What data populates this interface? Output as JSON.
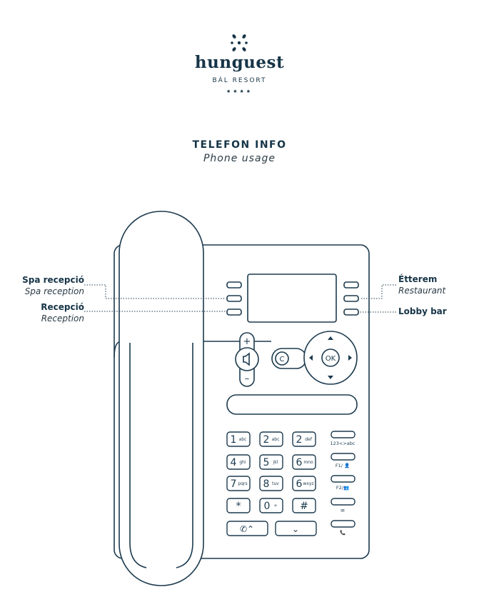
{
  "brand": {
    "name": "hunguest",
    "subtitle": "BÁL RESORT",
    "stars": "★★★★"
  },
  "header": {
    "title": "TELEFON INFO",
    "subtitle": "Phone usage"
  },
  "callouts": {
    "spa": {
      "label": "Spa recepció",
      "translation": "Spa reception"
    },
    "reception": {
      "label": "Recepció",
      "translation": "Reception"
    },
    "restaurant": {
      "label": "Étterem",
      "translation": "Restaurant"
    },
    "lobby": {
      "label": "Lobby bar"
    }
  },
  "phone": {
    "ok_label": "OK",
    "clear_label": "C",
    "volume_plus": "+",
    "volume_minus": "–",
    "keys": [
      {
        "digit": "1",
        "letters": "abc"
      },
      {
        "digit": "2",
        "letters": "abc"
      },
      {
        "digit": "2",
        "letters": "def"
      },
      {
        "digit": "4",
        "letters": "ghi"
      },
      {
        "digit": "5",
        "letters": "jkl"
      },
      {
        "digit": "6",
        "letters": "mno"
      },
      {
        "digit": "7",
        "letters": "pqrs"
      },
      {
        "digit": "8",
        "letters": "tuv"
      },
      {
        "digit": "6",
        "letters": "wxyz"
      },
      {
        "digit": "*",
        "letters": ""
      },
      {
        "digit": "0",
        "letters": "+"
      },
      {
        "digit": "#",
        "letters": ""
      }
    ],
    "function_keys": [
      "123<>abc",
      "F1/ 👤",
      "F2/👥",
      "✉",
      "📞"
    ]
  },
  "colors": {
    "ink": "#1c3a4e"
  }
}
